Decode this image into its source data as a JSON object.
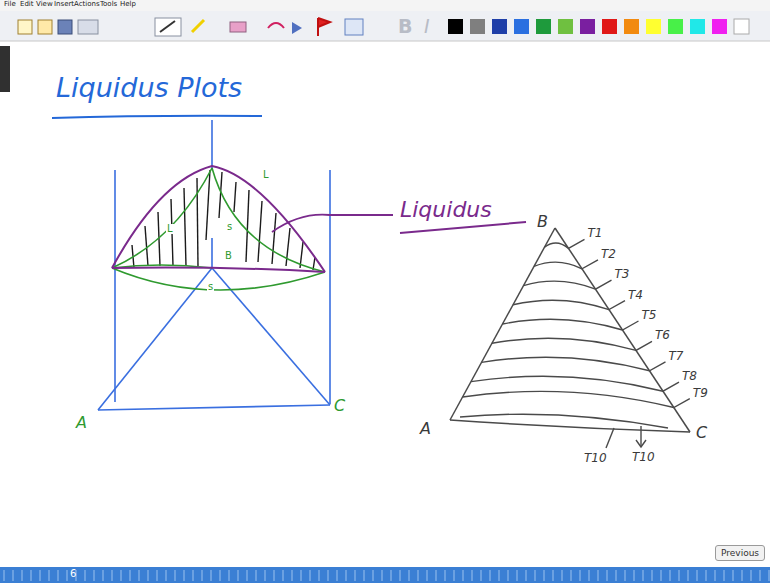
{
  "diagram": {
    "title": "Liquidus Plots",
    "nodes": [
      {
        "text": [
          "Previous"
        ]
      }
    ],
    "labels": [
      "File",
      "Edit",
      "View",
      "Insert",
      "Actions",
      "Tools",
      "Help",
      "B",
      "I",
      "Liquidus",
      "A",
      "C",
      "L",
      "s",
      "L",
      "B",
      "s",
      "B",
      "T1",
      "T2",
      "T3",
      "T4",
      "T5",
      "T6",
      "T7",
      "T8",
      "T9",
      "C",
      "A",
      "T10",
      "T10",
      "6"
    ]
  }
}
